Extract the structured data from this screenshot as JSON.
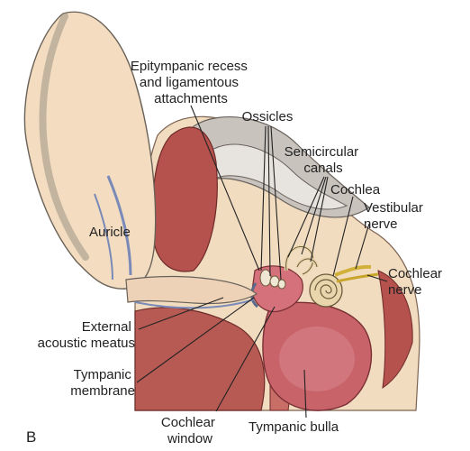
{
  "figure": {
    "panel_letter": "B",
    "labels": {
      "epitympanic": [
        "Epitympanic recess",
        "and ligamentous",
        "attachments"
      ],
      "ossicles": [
        "Ossicles"
      ],
      "semicircular": [
        "Semicircular",
        "canals"
      ],
      "cochlea": [
        "Cochlea"
      ],
      "vestibular": [
        "Vestibular",
        "nerve"
      ],
      "cochlear_nerve": [
        "Cochlear",
        "nerve"
      ],
      "auricle": [
        "Auricle"
      ],
      "external_meatus": [
        "External",
        "acoustic meatus"
      ],
      "tympanic_membrane": [
        "Tympanic",
        "membrane"
      ],
      "cochlear_window": [
        "Cochlear",
        "window"
      ],
      "tympanic_bulla": [
        "Tympanic bulla"
      ]
    }
  }
}
